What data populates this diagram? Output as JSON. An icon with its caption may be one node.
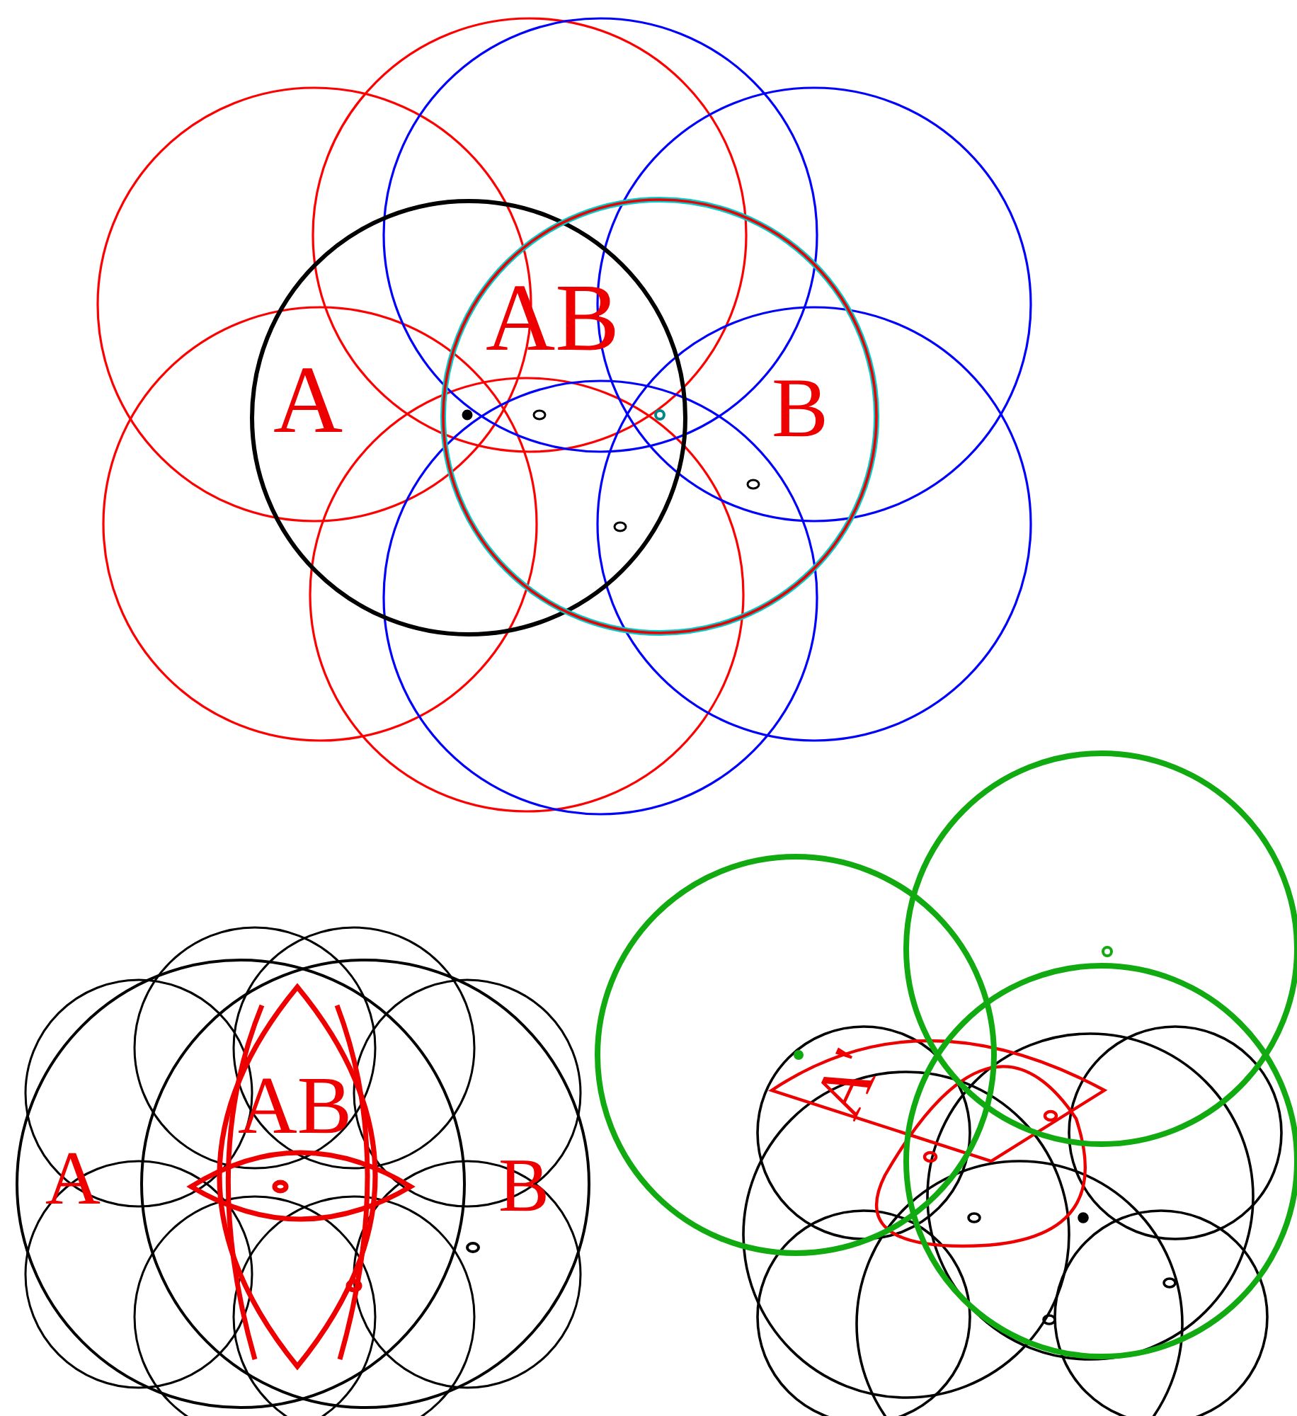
{
  "diagram": {
    "labels": [
      "AB",
      "A",
      "B",
      "AB",
      "A",
      "B",
      "A'"
    ]
  }
}
